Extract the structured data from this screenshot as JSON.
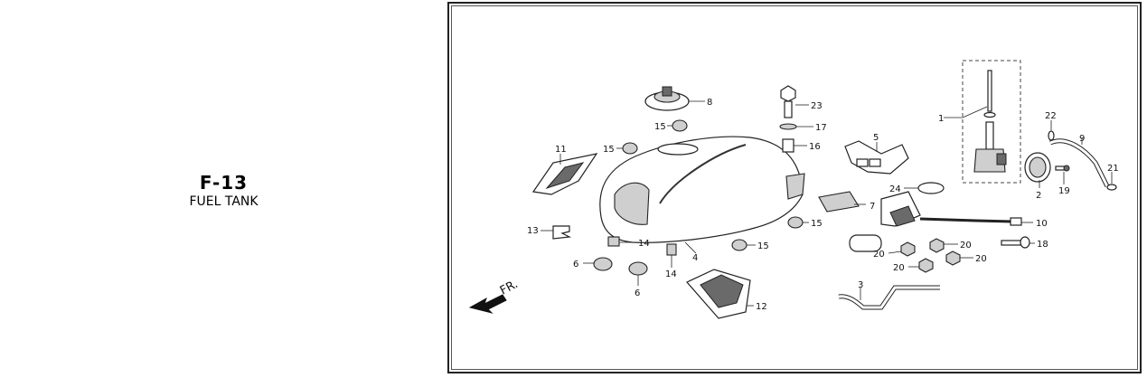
{
  "header": {
    "code": "F-13",
    "name": "FUEL TANK"
  },
  "diagram": {
    "front_label": "FR.",
    "callouts": [
      "1",
      "2",
      "3",
      "4",
      "5",
      "6",
      "6",
      "7",
      "8",
      "9",
      "10",
      "11",
      "12",
      "13",
      "14",
      "14",
      "15",
      "15",
      "15",
      "15",
      "16",
      "17",
      "18",
      "19",
      "20",
      "20",
      "20",
      "20",
      "21",
      "22",
      "23",
      "24"
    ]
  }
}
